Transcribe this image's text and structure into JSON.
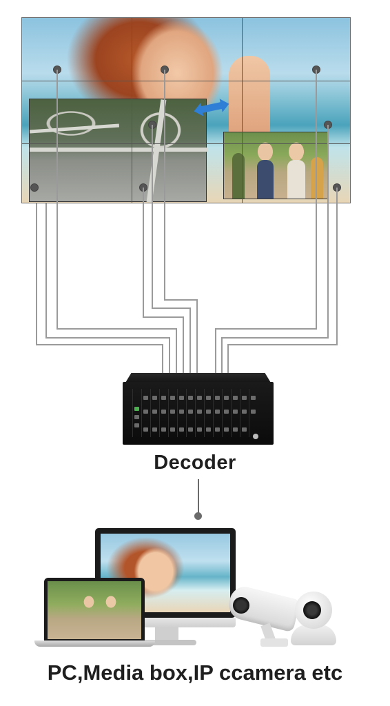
{
  "decoder_label": "Decoder",
  "sources_label": "PC,Media box,IP ccamera etc",
  "colors": {
    "cable": "#9a9a9a",
    "grid_line": "#555555",
    "dot": "#555555",
    "arrow": "#2f7fd6",
    "decoder_body": "#111111",
    "label_text": "#1f1f1f"
  },
  "icons": [
    "video-wall",
    "decoder-chassis",
    "monitor",
    "laptop",
    "bullet-camera",
    "dome-camera"
  ]
}
